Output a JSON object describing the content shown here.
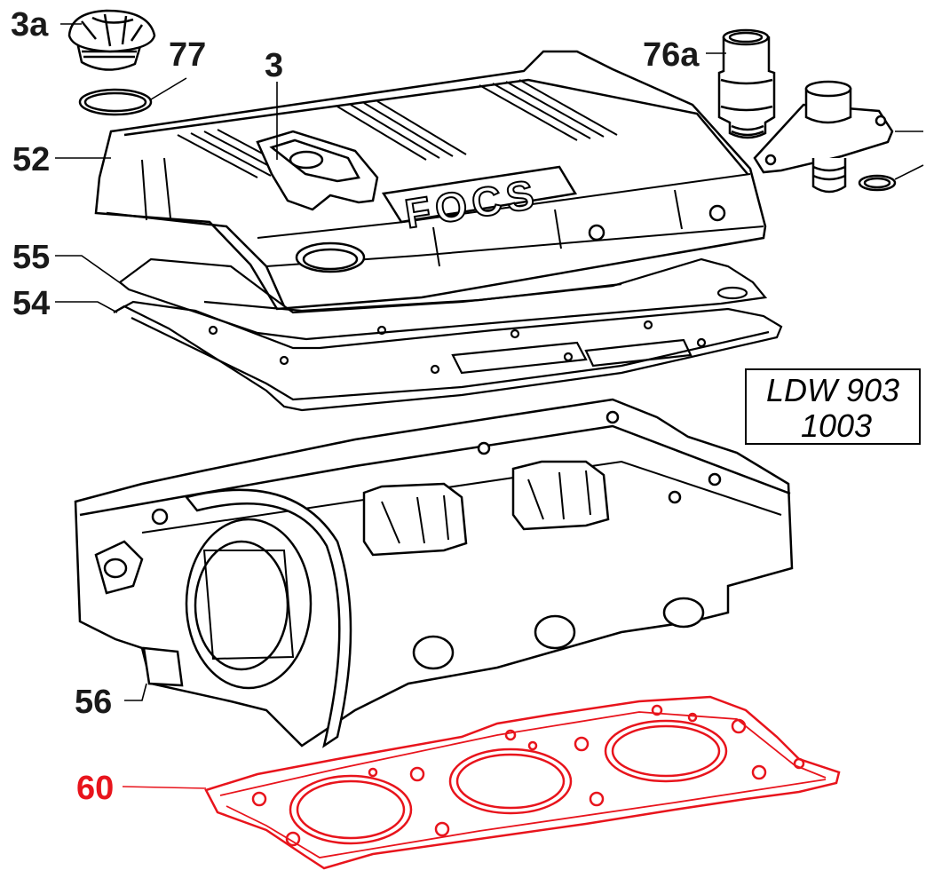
{
  "callouts": [
    {
      "id": "3a",
      "label": "3a",
      "highlighted": false
    },
    {
      "id": "77",
      "label": "77",
      "highlighted": false
    },
    {
      "id": "3",
      "label": "3",
      "highlighted": false
    },
    {
      "id": "76a",
      "label": "76a",
      "highlighted": false
    },
    {
      "id": "52",
      "label": "52",
      "highlighted": false
    },
    {
      "id": "55",
      "label": "55",
      "highlighted": false
    },
    {
      "id": "54",
      "label": "54",
      "highlighted": false
    },
    {
      "id": "56",
      "label": "56",
      "highlighted": false
    },
    {
      "id": "60",
      "label": "60",
      "highlighted": true
    }
  ],
  "model_box": {
    "line1": "LDW 903",
    "line2": "1003"
  },
  "cover_logo": "FOCS",
  "colors": {
    "line": "#000000",
    "highlight": "#e8141c",
    "callout_text": "#1a1a1a",
    "background": "#ffffff"
  }
}
